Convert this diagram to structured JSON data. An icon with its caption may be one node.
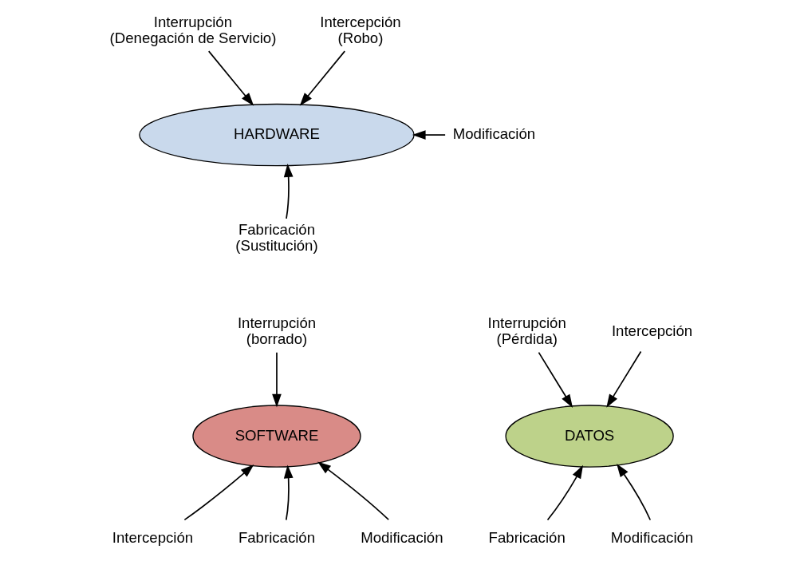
{
  "diagram": {
    "nodes": [
      {
        "text": [
          "Interrupción (Denegación de Servicio)"
        ]
      },
      {
        "text": [
          "Intercepción (Robo)"
        ]
      },
      {
        "text": [
          "HARDWARE"
        ]
      },
      {
        "text": [
          "Modificación"
        ]
      },
      {
        "text": [
          "Fabricación (Sustitución)"
        ]
      },
      {
        "text": [
          "Interrupción (borrado)"
        ]
      },
      {
        "text": [
          "Interrupción (Pérdida)"
        ]
      },
      {
        "text": [
          "Intercepción"
        ]
      },
      {
        "text": [
          "SOFTWARE"
        ]
      },
      {
        "text": [
          "DATOS"
        ]
      },
      {
        "text": [
          "Intercepción"
        ]
      },
      {
        "text": [
          "Fabricación"
        ]
      },
      {
        "text": [
          "Fabricación"
        ]
      },
      {
        "text": [
          "Modificación"
        ]
      },
      {
        "text": [
          "Modificación"
        ]
      }
    ],
    "edges": [
      {
        "from": 0,
        "to": 2,
        "arrow": "to"
      },
      {
        "from": 1,
        "to": 2,
        "arrow": "to"
      },
      {
        "from": 3,
        "to": 2,
        "arrow": "to"
      },
      {
        "from": 4,
        "to": 2,
        "arrow": "to"
      },
      {
        "from": 5,
        "to": 8,
        "arrow": "to"
      },
      {
        "from": 6,
        "to": 9,
        "arrow": "to"
      },
      {
        "from": 7,
        "to": 9,
        "arrow": "to"
      },
      {
        "from": 10,
        "to": 8,
        "arrow": "to"
      },
      {
        "from": 11,
        "to": 8,
        "arrow": "to"
      },
      {
        "from": 12,
        "to": 9,
        "arrow": "to"
      },
      {
        "from": 13,
        "to": 8,
        "arrow": "to"
      },
      {
        "from": 14,
        "to": 9,
        "arrow": "to"
      }
    ]
  }
}
